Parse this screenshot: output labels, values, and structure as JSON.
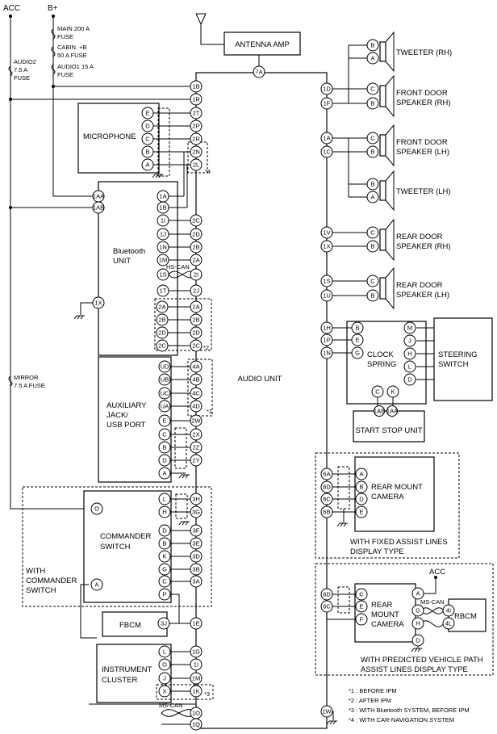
{
  "power": {
    "acc": "ACC",
    "bplus": "B+"
  },
  "fuses": {
    "audio2": [
      "AUDIO2",
      "7.5 A",
      "FUSE"
    ],
    "main": [
      "MAIN 200 A",
      "FUSE"
    ],
    "cabin": [
      "CABIN. +B",
      "50 A FUSE"
    ],
    "audio1": [
      "AUDIO1 15 A",
      "FUSE"
    ],
    "mirror": [
      "MIRROR",
      "7.5 A FUSE"
    ]
  },
  "components": {
    "antenna_amp": "ANTENNA AMP",
    "audio_unit": "AUDIO UNIT",
    "microphone": "MICROPHONE",
    "bluetooth": [
      "Bluetooth",
      "UNIT"
    ],
    "hs_can": "HS-CAN",
    "aux": [
      "AUXILIARY",
      "JACK/",
      "USB PORT"
    ],
    "commander": [
      "COMMANDER",
      "SWITCH"
    ],
    "with_commander": [
      "WITH",
      "COMMANDER",
      "SWITCH"
    ],
    "fbcm": "FBCM",
    "cluster": [
      "INSTRUMENT",
      "CLUSTER"
    ],
    "ms_can": "MS-CAN",
    "tweeter_rh": "TWEETER (RH)",
    "front_rh": [
      "FRONT DOOR",
      "SPEAKER (RH)"
    ],
    "front_lh": [
      "FRONT DOOR",
      "SPEAKER (LH)"
    ],
    "tweeter_lh": "TWEETER (LH)",
    "rear_rh": [
      "REAR DOOR",
      "SPEAKER (RH)"
    ],
    "rear_lh": [
      "REAR DOOR",
      "SPEAKER (LH)"
    ],
    "clock_spring": [
      "CLOCK",
      "SPRING"
    ],
    "steering_switch": [
      "STEERING",
      "SWITCH"
    ],
    "start_stop": "START STOP UNIT",
    "rear_cam": [
      "REAR MOUNT",
      "CAMERA"
    ],
    "fixed_lines": [
      "WITH FIXED ASSIST LINES",
      "DISPLAY TYPE"
    ],
    "rear_cam2": [
      "REAR",
      "MOUNT",
      "CAMERA"
    ],
    "rbcm": "RBCM",
    "acc2": "ACC",
    "predicted_lines": [
      "WITH PREDICTED VEHICLE PATH",
      "ASSIST LINES DISPLAY TYPE"
    ]
  },
  "notes": [
    "*1 : BEFORE IPM",
    "*2 : AFTER IPM",
    "*3 : WITH Bluetooth SYSTEM, BEFORE IPM",
    "*4 : WITH CAR-NAVIGATION  SYSTEM"
  ],
  "marks": {
    "m1": "*1",
    "m2": "*2",
    "m3": "*3",
    "m4": "*4"
  },
  "pins": {
    "au_7a": "7A",
    "au_left": [
      "1B",
      "1R",
      "2T",
      "2P",
      "2R",
      "2N",
      "2L",
      "2C",
      "2D",
      "2B",
      "2A",
      "2I",
      "2J",
      "2A",
      "2B",
      "2D",
      "2C",
      "4A",
      "4B",
      "4C",
      "4D",
      "2W",
      "2X",
      "2Z",
      "2Y",
      "3H",
      "3G",
      "3F",
      "3E",
      "3D",
      "3B",
      "3A",
      "1E",
      "1G",
      "1I",
      "1M",
      "1K",
      "1O",
      "1Q"
    ],
    "bt_left": [
      "1A",
      "1B",
      "1I",
      "1J",
      "1N",
      "1M",
      "1S",
      "1T"
    ],
    "bt_power": [
      "1AA",
      "1AB",
      "1X"
    ],
    "mic": [
      "E",
      "D",
      "C",
      "B",
      "A"
    ],
    "aux": [
      "UD",
      "UB",
      "UC",
      "UA",
      "E",
      "C",
      "B",
      "D",
      "A"
    ],
    "cmd": [
      "L",
      "H",
      "D",
      "B",
      "K",
      "G",
      "C",
      "P",
      "O",
      "A"
    ],
    "fbcm": "3J",
    "cluster": [
      "L",
      "O",
      "J",
      "X"
    ],
    "au_right": [
      "1D",
      "1F",
      "1A",
      "1C",
      "1V",
      "1X",
      "1S",
      "1U",
      "1H",
      "1P",
      "1N",
      "6A",
      "6D",
      "6C",
      "6B",
      "6D",
      "6C",
      "1W"
    ],
    "tw_rh": [
      "B",
      "A"
    ],
    "fd_rh": [
      "C",
      "B"
    ],
    "fd_lh": [
      "C",
      "B"
    ],
    "tw_lh": [
      "B",
      "A"
    ],
    "rd_rh": [
      "C",
      "B"
    ],
    "rd_lh": [
      "C",
      "B"
    ],
    "clock_left": [
      "B",
      "E",
      "G"
    ],
    "clock_right": [
      "M",
      "J",
      "H",
      "L",
      "D"
    ],
    "clock_bottom": [
      "C",
      "K"
    ],
    "start_stop": [
      "1AB",
      "1AA"
    ],
    "cam1": [
      "A",
      "B",
      "D",
      "E"
    ],
    "cam2": [
      "C",
      "E",
      "F",
      "A",
      "G",
      "H",
      "D"
    ],
    "rbcm": [
      "4I",
      "4L"
    ]
  }
}
